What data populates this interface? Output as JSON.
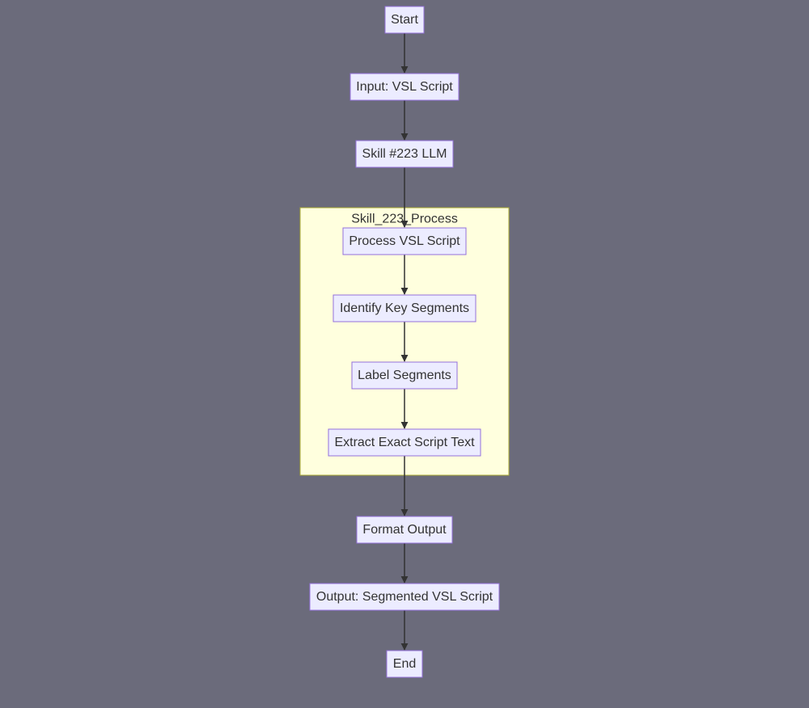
{
  "flowchart": {
    "colors": {
      "background": "#6b6b7b",
      "node_fill": "#ececff",
      "node_border": "#9370db",
      "cluster_fill": "#ffffde",
      "cluster_border": "#aaaa33",
      "edge": "#333333",
      "text": "#333333"
    },
    "cluster": {
      "title": "Skill_223_Process"
    },
    "nodes": {
      "start": "Start",
      "input": "Input: VSL Script",
      "skill": "Skill #223 LLM",
      "process": "Process VSL Script",
      "identify": "Identify Key Segments",
      "label": "Label Segments",
      "extract": "Extract Exact Script Text",
      "format": "Format Output",
      "output": "Output: Segmented VSL Script",
      "end": "End"
    },
    "edges": [
      [
        "start",
        "input"
      ],
      [
        "input",
        "skill"
      ],
      [
        "skill",
        "process"
      ],
      [
        "process",
        "identify"
      ],
      [
        "identify",
        "label"
      ],
      [
        "label",
        "extract"
      ],
      [
        "extract",
        "format"
      ],
      [
        "format",
        "output"
      ],
      [
        "output",
        "end"
      ]
    ]
  }
}
